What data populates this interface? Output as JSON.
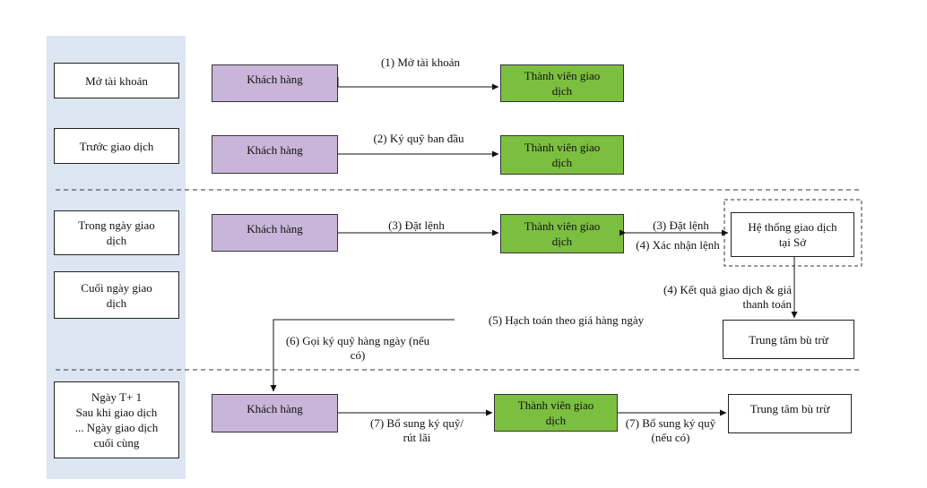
{
  "stages": [
    "Mở tài khoản",
    "Trước giao dịch",
    "Trong ngày giao dịch",
    "Cuối ngày giao dịch",
    "Ngày T+ 1\nSau khi giao dịch\n... Ngày giao dịch\ncuối cùng"
  ],
  "nodes": {
    "khach_hang": "Khách hàng",
    "thanh_vien": "Thành viên giao dịch",
    "he_thong": "Hệ thống giao dịch tại Sở",
    "trung_tam": "Trung tâm bù trừ"
  },
  "labels": {
    "step1": "(1) Mở tài khoản",
    "step2": "(2) Ký quỹ ban đầu",
    "step3a": "(3) Đặt lệnh",
    "step3b": "(3) Đặt lệnh",
    "step4a": "(4) Xác nhận lệnh",
    "step4b": "(4) Kết quả giao dịch & giá thanh toán",
    "step5": "(5) Hạch toán theo giá hàng ngày",
    "step6": "(6) Gọi ký quỹ hàng ngày (nếu có)",
    "step7a": "(7) Bổ sung ký quỹ/ rút lãi",
    "step7b": "(7) Bổ sung ký quỹ (nếu có)"
  },
  "colors": {
    "sidebar": "#dce6f2",
    "khach_hang": "#c9b5d9",
    "thanh_vien": "#7cbf40"
  }
}
